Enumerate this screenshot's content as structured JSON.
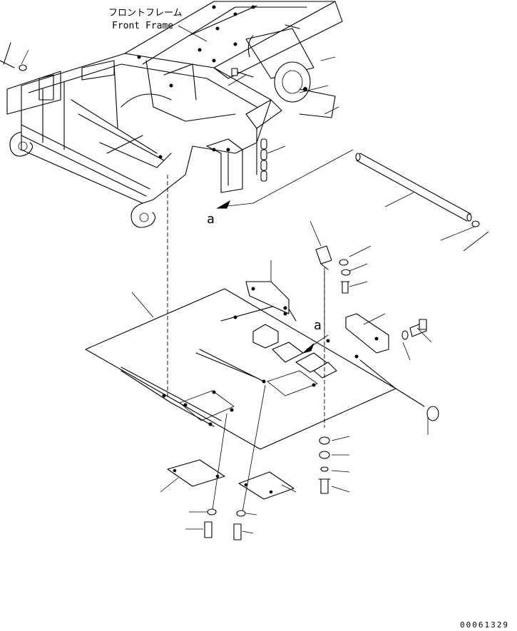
{
  "title": {
    "japanese": "フロントフレーム",
    "english": "Front Frame"
  },
  "view_marker_label": "a",
  "drawing_number": "00061329"
}
